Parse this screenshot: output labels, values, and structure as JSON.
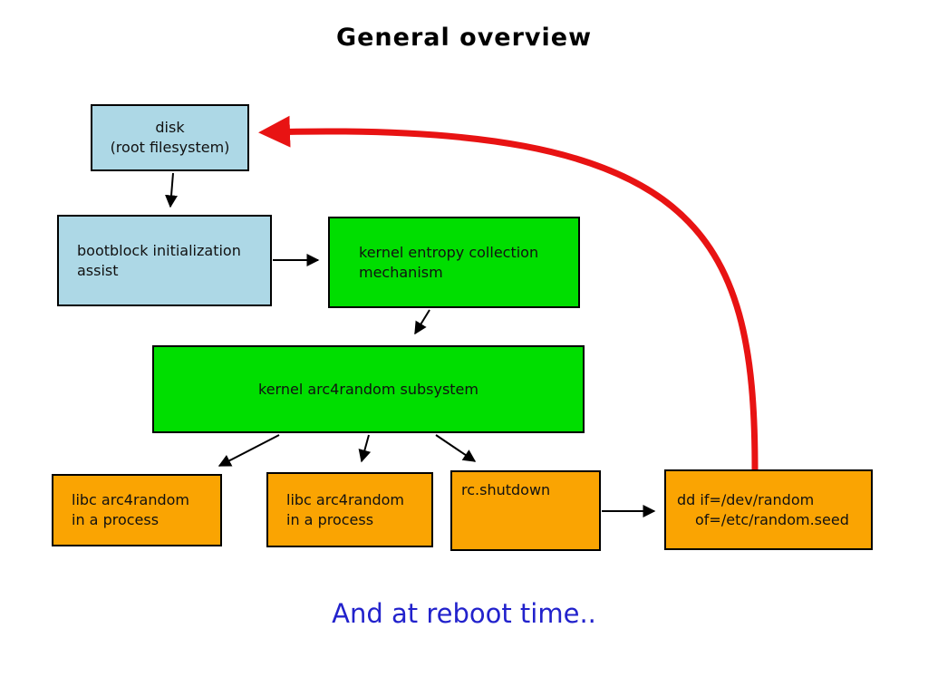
{
  "title": "General overview",
  "footer": "And at reboot time..",
  "colors": {
    "light_blue": "#ADD8E6",
    "green": "#00DE00",
    "orange": "#FAA402",
    "red": "#E81313",
    "blue_text": "#2222CC",
    "box_border": "#000000"
  },
  "boxes": {
    "disk": {
      "line1": "disk",
      "line2": "(root filesystem)"
    },
    "bootblock": {
      "line1": "bootblock initialization",
      "line2": "assist"
    },
    "entropy": {
      "line1": "kernel entropy collection",
      "line2": "mechanism"
    },
    "arc4": {
      "line1": "kernel arc4random subsystem"
    },
    "libc1": {
      "line1": "libc arc4random",
      "line2": "in a process"
    },
    "libc2": {
      "line1": "libc arc4random",
      "line2": "in a process"
    },
    "rcshutdown": {
      "line1": "rc.shutdown"
    },
    "dd": {
      "line1": "dd if=/dev/random",
      "line2": "of=/etc/random.seed"
    }
  }
}
